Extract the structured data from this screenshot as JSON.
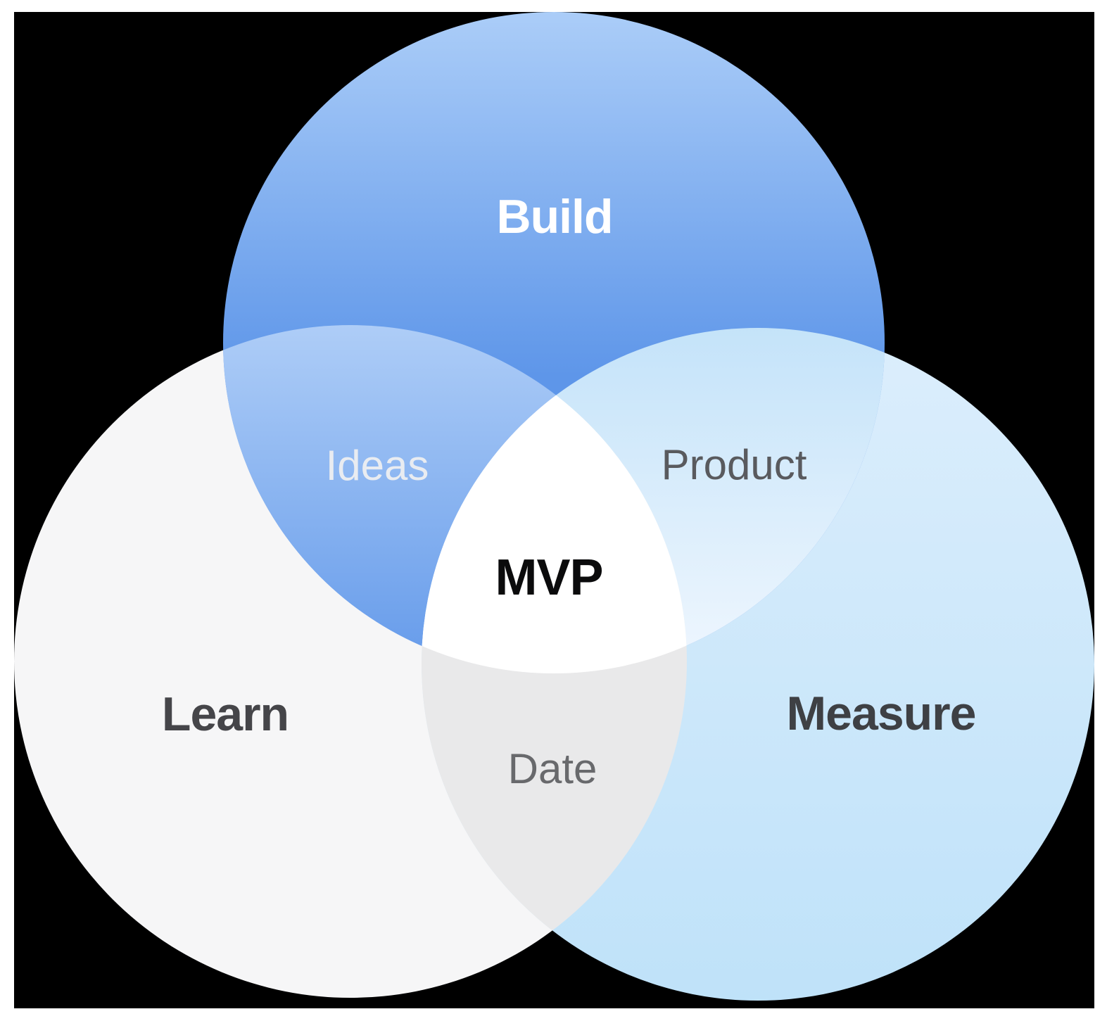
{
  "diagram": {
    "sets": [
      {
        "id": "build",
        "label": "Build"
      },
      {
        "id": "learn",
        "label": "Learn"
      },
      {
        "id": "measure",
        "label": "Measure"
      }
    ],
    "overlaps": {
      "build_learn": "Ideas",
      "build_measure": "Product",
      "learn_measure": "Date",
      "center": "MVP"
    }
  },
  "colors": {
    "page_background": "#ffffff",
    "canvas_background": "#000000",
    "build_top": "#abcdf8",
    "build_mid": "#5e96e9",
    "build_bottom": "#5590e7",
    "ideas_top": "#aecdf7",
    "ideas_bottom": "#649aea",
    "product_top": "#c4e3f9",
    "product_bottom": "#eef6fe",
    "measure_top": "#dceefc",
    "measure_bottom": "#bfe2f9",
    "learn_fill": "#f6f6f7",
    "date_fill": "#e9e9ea",
    "mvp_fill": "#ffffff",
    "build_text": "#ffffff",
    "ideas_text": "#e9ecf1",
    "product_text": "#595a5e",
    "mvp_text": "#0b0b0c",
    "learn_text": "#454549",
    "measure_text": "#3e4044",
    "date_text": "#68696c"
  }
}
